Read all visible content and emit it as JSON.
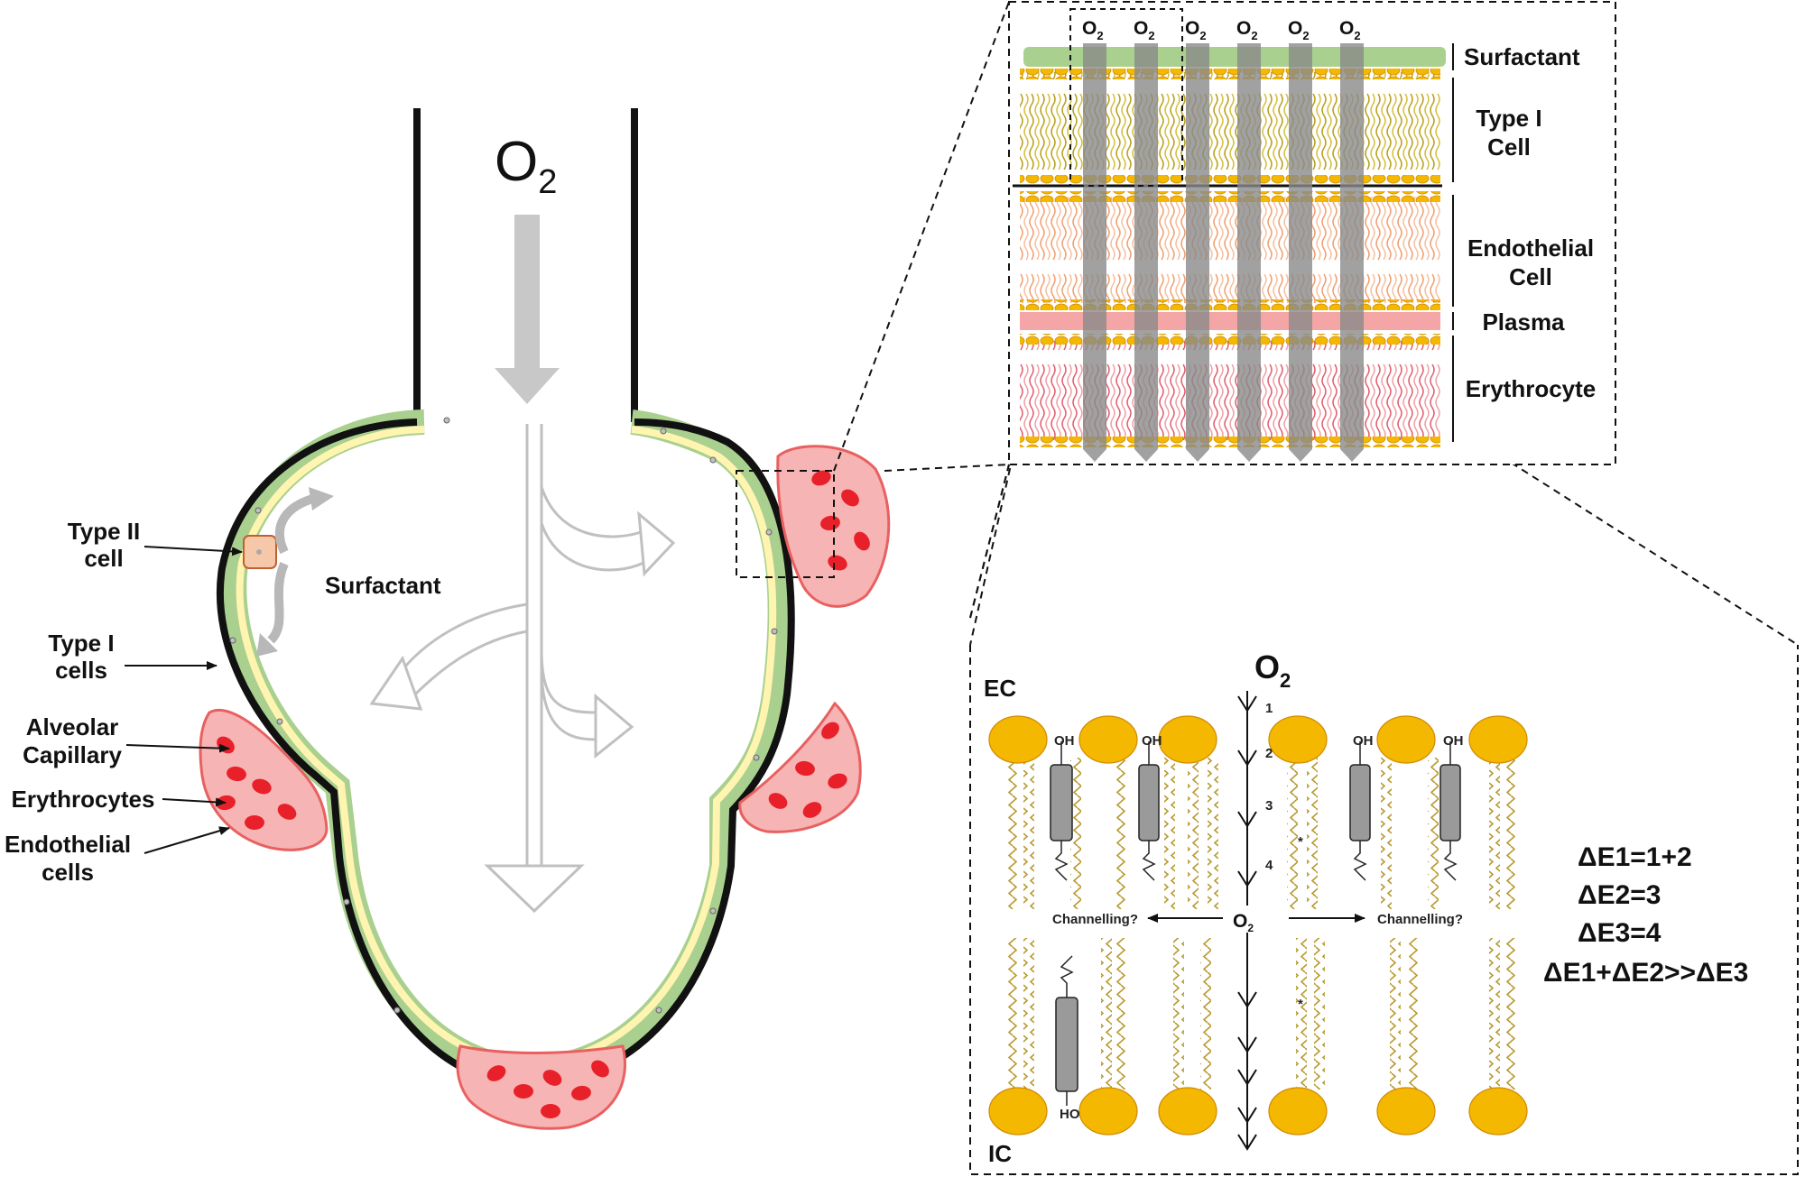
{
  "alveolus": {
    "o2_main": "O",
    "o2_sub": "2",
    "labels": {
      "type2_l1": "Type II",
      "type2_l2": "cell",
      "surfactant": "Surfactant",
      "type1_l1": "Type I",
      "type1_l2": "cells",
      "capillary_l1": "Alveolar",
      "capillary_l2": "Capillary",
      "erythrocytes": "Erythrocytes",
      "endothelial_l1": "Endothelial",
      "endothelial_l2": "cells"
    }
  },
  "layers_panel": {
    "o2_main": "O",
    "o2_sub": "2",
    "layers": {
      "surfactant": "Surfactant",
      "type1_l1": "Type I",
      "type1_l2": "Cell",
      "endo_l1": "Endothelial",
      "endo_l2": "Cell",
      "plasma": "Plasma",
      "erythrocyte": "Erythrocyte"
    }
  },
  "membrane_panel": {
    "ec": "EC",
    "ic": "IC",
    "o2_main": "O",
    "o2_sub": "2",
    "steps": [
      "1",
      "2",
      "3",
      "4"
    ],
    "channelling": "Channelling?",
    "oh": "OH",
    "ho": "HO",
    "star": "*",
    "equations": [
      "ΔE1=1+2",
      "ΔE2=3",
      "ΔE3=4",
      "ΔE1+ΔE2>>ΔE3"
    ]
  },
  "colors": {
    "surfactant_green": "#a9d08e",
    "type1_yellow": "#fff4b0",
    "capillary_pink": "#f7b4b4",
    "erythrocyte_red": "#e8202a",
    "lipid_head": "#f5b800",
    "arrow_gray": "#c8c8c8",
    "protein_gray": "#9a9a9a",
    "plasma_pink": "#f4a6a6"
  }
}
